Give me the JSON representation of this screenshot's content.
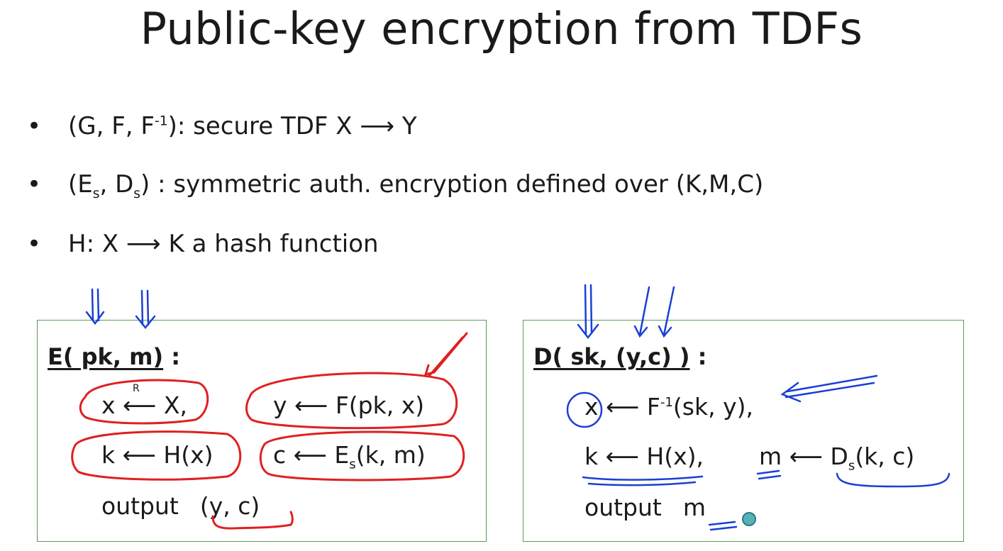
{
  "slide": {
    "title": "Public-key encryption from TDFs",
    "bullets": [
      {
        "main": "(G, F, F",
        "sup": "-1",
        "rest": "):    secure TDF   X ⟶ Y"
      },
      {
        "pre": "(E",
        "sub1": "s",
        "mid": ", D",
        "sub2": "s",
        "rest": ") :   symmetric auth. encryption defined over (K,M,C)"
      },
      {
        "text": "H: X ⟶ K   a hash function"
      }
    ],
    "bullet_symbol": "•"
  },
  "encrypt": {
    "header": "E( pk, m)",
    "header_colon": " :",
    "line1a_pre": "x ",
    "line1a_arrow": "⟵",
    "line1a_arrow_label": "R",
    "line1a_post": " X,",
    "line1b": "y ⟵ F(pk, x)",
    "line2a": "k ⟵ H(x)",
    "line2b_pre": "c ⟵ E",
    "line2b_sub": "s",
    "line2b_post": "(k, m)",
    "line3_word": "output",
    "line3_val": "(y, c)"
  },
  "decrypt": {
    "header": "D( sk, (y,c) )",
    "header_colon": " :",
    "line1_pre": "x ⟵ F",
    "line1_sup": "-1",
    "line1_post": "(sk, y),",
    "line2a": "k ⟵ H(x),",
    "line2b_pre": "m ⟵ D",
    "line2b_sub": "s",
    "line2b_post": "(k, c)",
    "line3_word": "output",
    "line3_val": "m"
  },
  "colors": {
    "red_ink": "#e02020",
    "blue_ink": "#1a3fd6",
    "box_border": "#5a9a5a",
    "cursor": "#5ab0b8"
  }
}
